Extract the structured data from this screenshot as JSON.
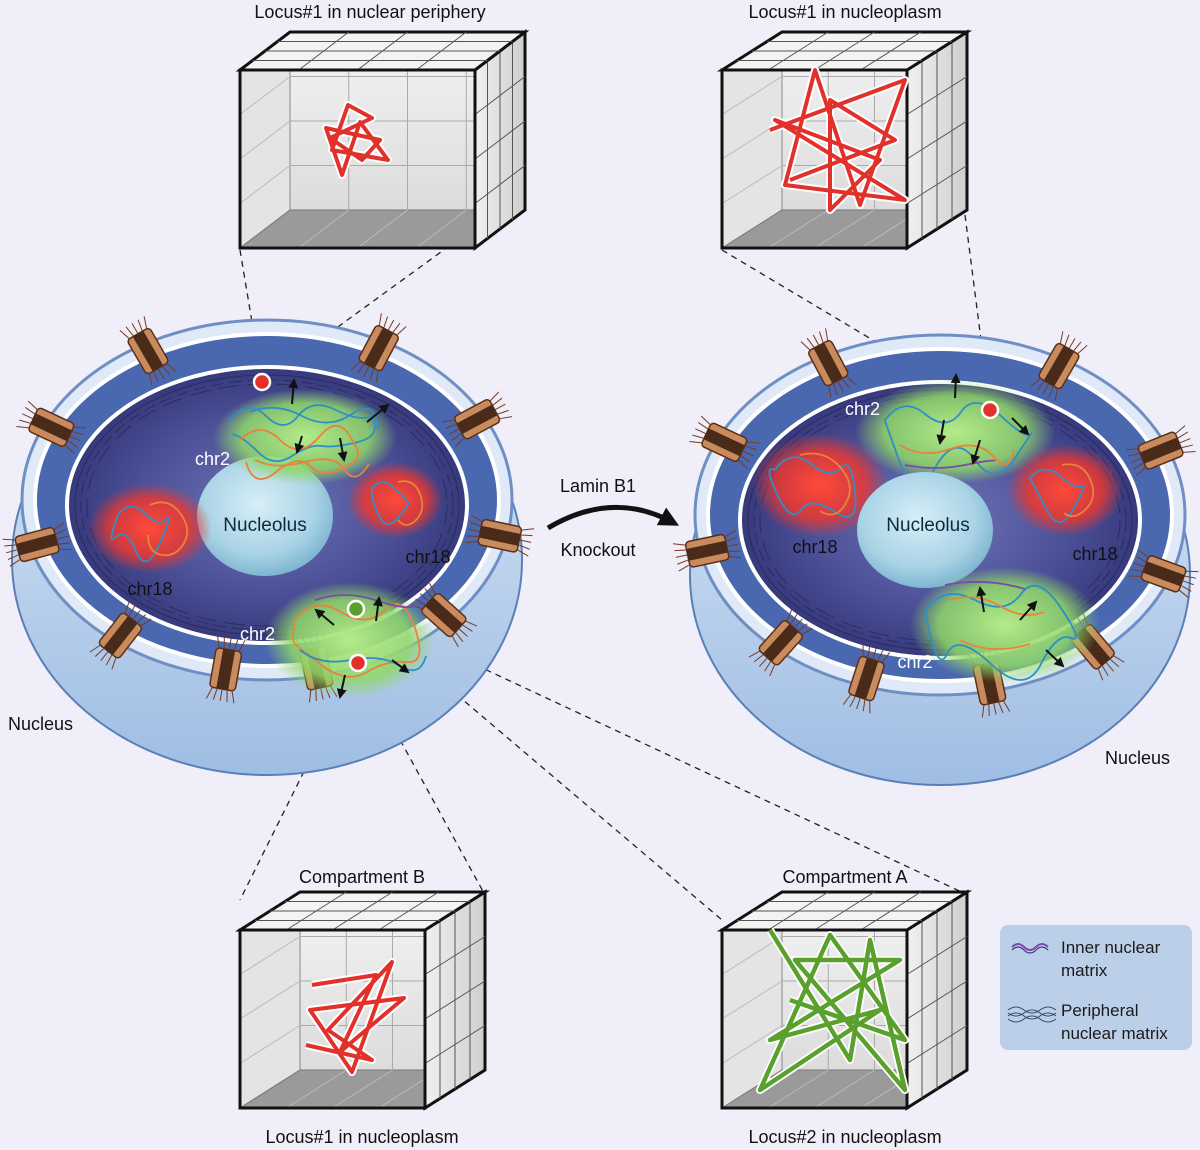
{
  "labels": {
    "top_left_title": "Locus#1 in nuclear periphery",
    "top_right_title": "Locus#1 in nucleoplasm",
    "bottom_left_title": "Compartment B",
    "bottom_left_caption": "Locus#1 in nucleoplasm",
    "bottom_right_title": "Compartment A",
    "bottom_right_caption": "Locus#2 in nucleoplasm",
    "arrow_top": "Lamin B1",
    "arrow_bottom": "Knockout",
    "nucleus_left": "Nucleus",
    "nucleus_right": "Nucleus"
  },
  "left_cell": {
    "nucleolus": "Nucleolus",
    "chr2_top": "chr2",
    "chr2_bottom": "chr2",
    "chr18_left": "chr18",
    "chr18_right": "chr18"
  },
  "right_cell": {
    "nucleolus": "Nucleolus",
    "chr2_top": "chr2",
    "chr2_bottom": "chr2",
    "chr18_left": "chr18",
    "chr18_right": "chr18"
  },
  "legend": {
    "inner_line1": "Inner nuclear",
    "inner_line2": "matrix",
    "peripheral_line1": "Peripheral",
    "peripheral_line2": "nuclear matrix"
  },
  "colors": {
    "background": "#efeef9",
    "locus1": "#e2302b",
    "locus2": "#5aa02c",
    "chr2_glow": "#9be07a",
    "chr18_glow": "#ff3b2f",
    "nucleolus": "#a9d3e6",
    "nuclear_envelope": "#4a68b0",
    "pore_complex": "#7a4a2e"
  }
}
